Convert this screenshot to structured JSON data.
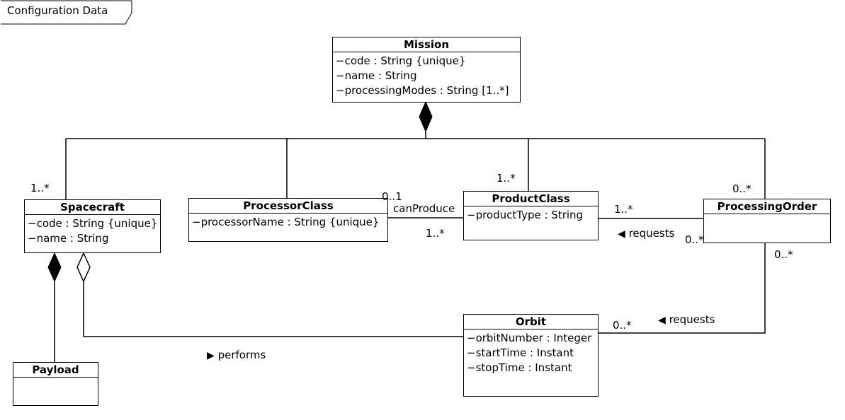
{
  "frame": {
    "title": "Configuration Data"
  },
  "classes": {
    "mission": {
      "name": "Mission",
      "attributes": [
        "−code : String {unique}",
        "−name : String",
        "−processingModes : String [1..*]"
      ]
    },
    "spacecraft": {
      "name": "Spacecraft",
      "attributes": [
        "−code : String {unique}",
        "−name : String"
      ]
    },
    "processor_class": {
      "name": "ProcessorClass",
      "attributes": [
        "−processorName : String {unique}"
      ]
    },
    "product_class": {
      "name": "ProductClass",
      "attributes": [
        "−productType : String"
      ]
    },
    "processing_order": {
      "name": "ProcessingOrder",
      "attributes": []
    },
    "payload": {
      "name": "Payload",
      "attributes": []
    },
    "orbit": {
      "name": "Orbit",
      "attributes": [
        "−orbitNumber : Integer",
        "−startTime : Instant",
        "−stopTime : Instant"
      ]
    }
  },
  "multiplicities": {
    "spacecraft_mission": "1..*",
    "productclass_mission": "1..*",
    "processingorder_mission": "0..*",
    "processorclass_canproduce": "0..1",
    "productclass_canproduce": "1..*",
    "productclass_requests": "1..*",
    "processingorder_requests_product": "0..*",
    "processingorder_requests_orbit": "0..*",
    "orbit_requests": "0..*"
  },
  "association_labels": {
    "can_produce": "canProduce",
    "requests_product": "requests",
    "requests_orbit": "requests",
    "performs": "performs"
  }
}
